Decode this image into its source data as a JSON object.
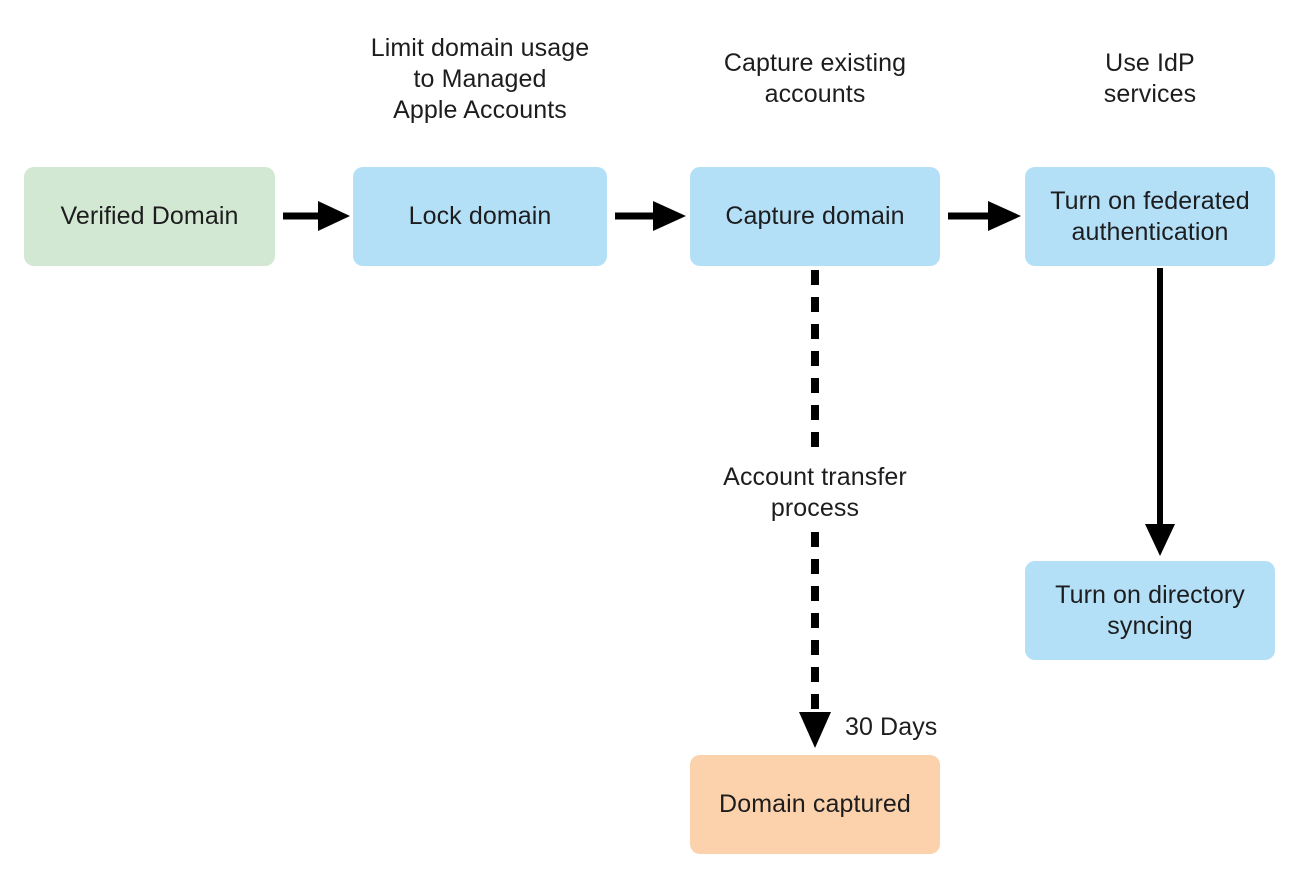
{
  "diagram": {
    "title": "Managed Apple Accounts domain capture flow",
    "background": "#ffffff",
    "colors": {
      "green_fill": "#d3e8d2",
      "blue_fill": "#b3e0f7",
      "orange_fill": "#fbd2ac",
      "edge_stroke": "#000000",
      "text": "#1d1d1f"
    },
    "captions": [
      {
        "id": "caption-lock-domain",
        "text": "Limit domain usage\nto Managed\nApple Accounts"
      },
      {
        "id": "caption-capture-domain",
        "text": "Capture existing\naccounts"
      },
      {
        "id": "caption-federated-auth",
        "text": "Use IdP\nservices"
      }
    ],
    "nodes": [
      {
        "id": "verified-domain",
        "label": "Verified Domain",
        "fill": "#d3e8d2"
      },
      {
        "id": "lock-domain",
        "label": "Lock domain",
        "fill": "#b3e0f7"
      },
      {
        "id": "capture-domain",
        "label": "Capture domain",
        "fill": "#b3e0f7"
      },
      {
        "id": "turn-on-federated-authentication",
        "label": "Turn on federated\nauthentication",
        "fill": "#b3e0f7"
      },
      {
        "id": "turn-on-directory-syncing",
        "label": "Turn on directory\nsyncing",
        "fill": "#b3e0f7"
      },
      {
        "id": "domain-captured",
        "label": "Domain captured",
        "fill": "#fbd2ac"
      }
    ],
    "edge_labels": [
      {
        "id": "account-transfer-process",
        "text": "Account transfer\nprocess"
      },
      {
        "id": "thirty-days",
        "text": "30 Days"
      }
    ],
    "edges": [
      {
        "id": "edge-verified-to-lock",
        "from": "verified-domain",
        "to": "lock-domain",
        "style": "solid",
        "direction": "right"
      },
      {
        "id": "edge-lock-to-capture",
        "from": "lock-domain",
        "to": "capture-domain",
        "style": "solid",
        "direction": "right"
      },
      {
        "id": "edge-capture-to-federated",
        "from": "capture-domain",
        "to": "turn-on-federated-authentication",
        "style": "solid",
        "direction": "right"
      },
      {
        "id": "edge-federated-to-syncing",
        "from": "turn-on-federated-authentication",
        "to": "turn-on-directory-syncing",
        "style": "solid",
        "direction": "down"
      },
      {
        "id": "edge-capture-to-domain-captured",
        "from": "capture-domain",
        "to": "domain-captured",
        "style": "dashed",
        "direction": "down",
        "label": "Account transfer process",
        "duration_label": "30 Days"
      }
    ]
  }
}
